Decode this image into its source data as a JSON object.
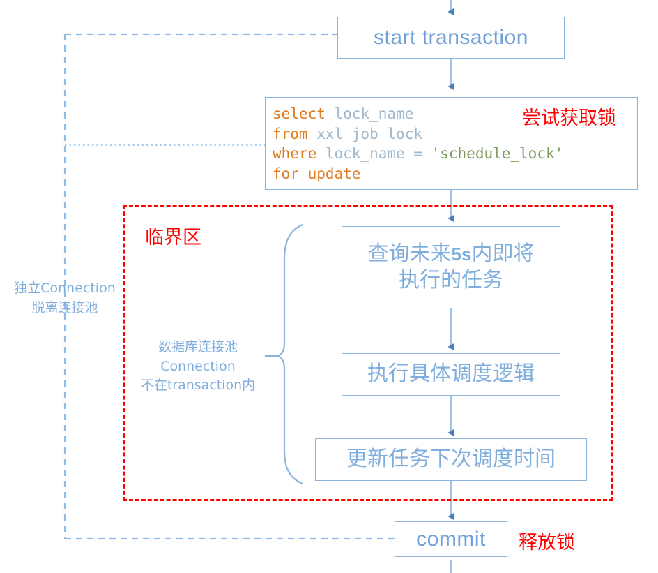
{
  "diagram": {
    "title": "xxl-job schedule transaction lock flow",
    "colors": {
      "node_border": "#8AB4DC",
      "node_text": "#6FA0D8",
      "cjk_text": "#7FAEDE",
      "annotation_red": "#FF0000",
      "critical_region_border": "#FF0000",
      "connector": "#9CC3E8",
      "arrowhead": "#4A7EBB",
      "sql_keyword": "#E07B1E",
      "sql_identifier": "#9FB8CC",
      "sql_string": "#7C9A5E",
      "background": "#FFFFFF"
    }
  },
  "nodes": {
    "start": {
      "label": "start transaction"
    },
    "sql": {
      "lines": [
        {
          "tokens": [
            {
              "t": "select",
              "c": "kw"
            },
            {
              "t": " lock_name",
              "c": "ident"
            }
          ]
        },
        {
          "tokens": [
            {
              "t": "from",
              "c": "kw"
            },
            {
              "t": " xxl_job_lock",
              "c": "ident"
            }
          ]
        },
        {
          "tokens": [
            {
              "t": "where",
              "c": "kw"
            },
            {
              "t": " lock_name ",
              "c": "ident"
            },
            {
              "t": "=",
              "c": "op"
            },
            {
              "t": " ",
              "c": "ident"
            },
            {
              "t": "'schedule_lock'",
              "c": "str"
            }
          ]
        },
        {
          "tokens": [
            {
              "t": "for update",
              "c": "kw"
            }
          ]
        }
      ],
      "plain_text": "select lock_name\nfrom xxl_job_lock\nwhere lock_name = 'schedule_lock'\nfor update"
    },
    "query_tasks": {
      "line1_pre": "查询未来",
      "line1_num": "5s",
      "line1_post": "内即将",
      "line2": "执行的任务"
    },
    "execute_schedule": {
      "label": "执行具体调度逻辑"
    },
    "update_next_time": {
      "label": "更新任务下次调度时间"
    },
    "commit": {
      "label": "commit"
    }
  },
  "annotations": {
    "acquire_lock": {
      "label": "尝试获取锁"
    },
    "release_lock": {
      "label": "释放锁"
    },
    "critical_section": {
      "label": "临界区"
    },
    "independent_connection": {
      "line1": "独立Connection",
      "line2": "脱离连接池"
    },
    "pool_connection": {
      "line1": "数据库连接池",
      "line2": "Connection",
      "line3": "不在transaction内"
    }
  }
}
